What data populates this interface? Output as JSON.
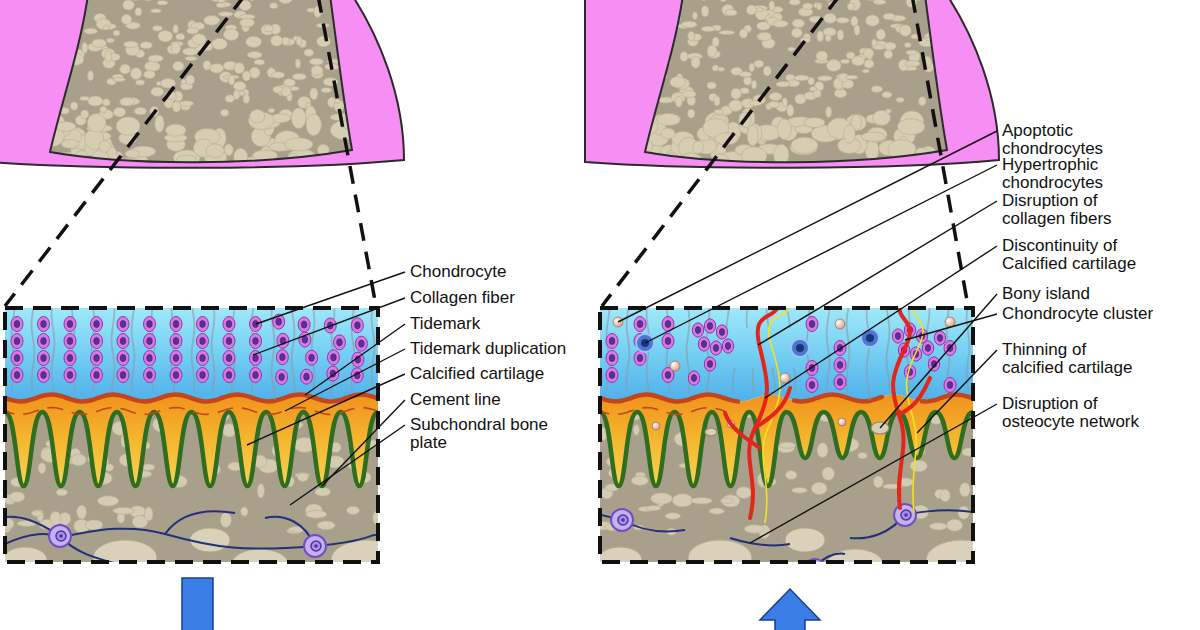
{
  "diagram": {
    "labels": [
      "Chondrocyte",
      "Collagen fiber",
      "Tidemark",
      "Tidemark duplication",
      "Calcified cartilage",
      "Cement line",
      "Subchondral bone plate",
      "Apoptotic chondrocytes",
      "Hypertrophic chondrocytes",
      "Disruption of collagen fibers",
      "Discontinuity of Calcified cartilage",
      "Bony island",
      "Chondrocyte cluster",
      "Thinning of calcified cartilage",
      "Disruption of osteocyte network"
    ]
  }
}
